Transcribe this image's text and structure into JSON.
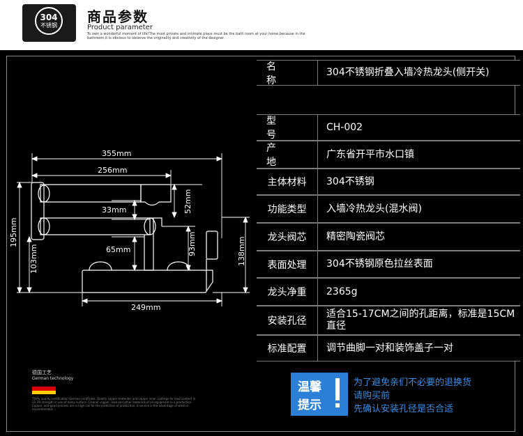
{
  "header": {
    "badge_num": "304",
    "badge_sub": "不锈钢",
    "title": "商品参数",
    "subtitle": "Product parameter",
    "desc": "To own a wonderful moment of life!The most private and intimate place must be the bath room at your home,because in the bathroom,it is obvious to observe the originality and creativity of the designer"
  },
  "dimensions": {
    "d355": "355mm",
    "d256": "256mm",
    "d33": "33mm",
    "d52": "52mm",
    "d195": "195mm",
    "d65": "65mm",
    "d93": "93mm",
    "d138": "138mm",
    "d103": "103mm",
    "d249": "249mm"
  },
  "specs": [
    {
      "label": "名  称",
      "value": "304不锈钢折叠入墙冷热龙头(侧开关)"
    },
    {
      "label": "型  号",
      "value": "CH-002"
    },
    {
      "label": "产  地",
      "value": "广东省开平市水口镇"
    },
    {
      "label": "主体材料",
      "value": "304不锈钢"
    },
    {
      "label": "功能类型",
      "value": "入墙冷热龙头(混水阀)"
    },
    {
      "label": "龙头阀芯",
      "value": "精密陶瓷阀芯"
    },
    {
      "label": "表面处理",
      "value": "304不锈钢原色拉丝表面"
    },
    {
      "label": "龙头净重",
      "value": "2365g"
    },
    {
      "label": "安装孔径",
      "value": "适合15-17CM之间的孔距离，标准是15CM直径"
    },
    {
      "label": "标准配置",
      "value": "调节曲脚一对和装饰盖子一对"
    }
  ],
  "tip": {
    "title1": "温馨",
    "title2": "提示",
    "lines": [
      "为了避免亲们不必要的退换货",
      "请购买前",
      "先确认安装孔径是否合适"
    ]
  },
  "german": {
    "cn": "德国工艺",
    "en": "German technology",
    "fine": "Thirty quality certification German certificate. Quality copper materials and copper inner coatings for lead content in 33.3% strength in use of many surface. Cleaner copper, lead and other materials of all equipment in a production. Copper, and good process are in high call for the protection of production, a service is the advantage of what is recommended."
  },
  "colors": {
    "accent": "#2b7fd6",
    "notice": "#3a8ee6"
  }
}
